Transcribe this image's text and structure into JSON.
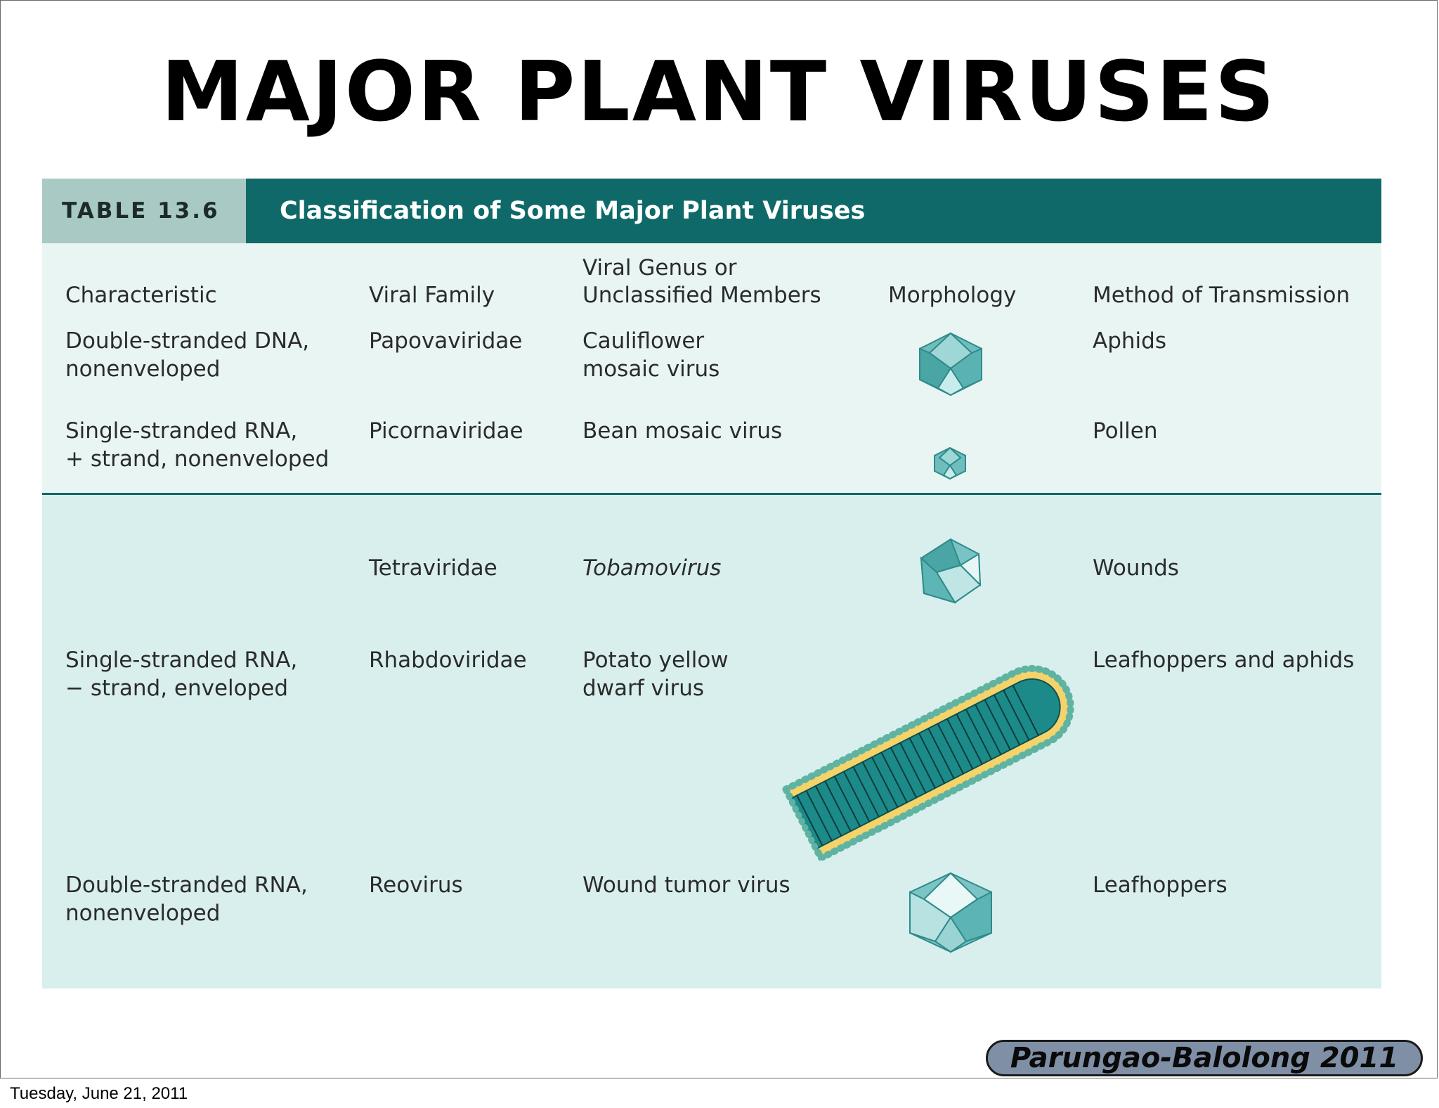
{
  "slide_title": "MAJOR PLANT VIRUSES",
  "table": {
    "label": "TABLE 13.6",
    "title": "Classification of Some Major Plant Viruses",
    "columns": {
      "characteristic": "Characteristic",
      "viral_family": "Viral Family",
      "viral_genus_line1": "Viral Genus or",
      "viral_genus_line2": "Unclassified Members",
      "morphology": "Morphology",
      "transmission": "Method of Transmission"
    },
    "rows": [
      {
        "characteristic": "Double-stranded DNA,\nnonenveloped",
        "family": "Papovaviridae",
        "genus": "Cauliflower\nmosaic virus",
        "morphology_icon": "icosahedral-virus-icon",
        "transmission": "Aphids"
      },
      {
        "characteristic": "Single-stranded RNA,\n+ strand, nonenveloped",
        "family": "Picornaviridae",
        "genus": "Bean mosaic virus",
        "morphology_icon": "small-icosahedral-virus-icon",
        "transmission": "Pollen"
      },
      {
        "characteristic": "",
        "family": "Tetraviridae",
        "genus": "Tobamovirus",
        "morphology_icon": "polyhedral-virus-icon",
        "transmission": "Wounds"
      },
      {
        "characteristic": "Single-stranded RNA,\n− strand, enveloped",
        "family": "Rhabdoviridae",
        "genus": "Potato yellow\ndwarf virus",
        "morphology_icon": "enveloped-bullet-virus-icon",
        "transmission": "Leafhoppers and aphids"
      },
      {
        "characteristic": "Double-stranded RNA,\nnonenveloped",
        "family": "Reovirus",
        "genus": "Wound tumor virus",
        "morphology_icon": "large-icosahedral-virus-icon",
        "transmission": "Leafhoppers"
      }
    ]
  },
  "footer_credit": "Parungao-Balolong 2011",
  "date_text": "Tuesday, June 21, 2011",
  "colors": {
    "table_header_dark": "#0f6968",
    "table_label_bg": "#a8c9c4",
    "table_body_bg": "#d9efed",
    "virus_teal": "#5fb3b3",
    "envelope_yellow": "#f3d36a"
  }
}
